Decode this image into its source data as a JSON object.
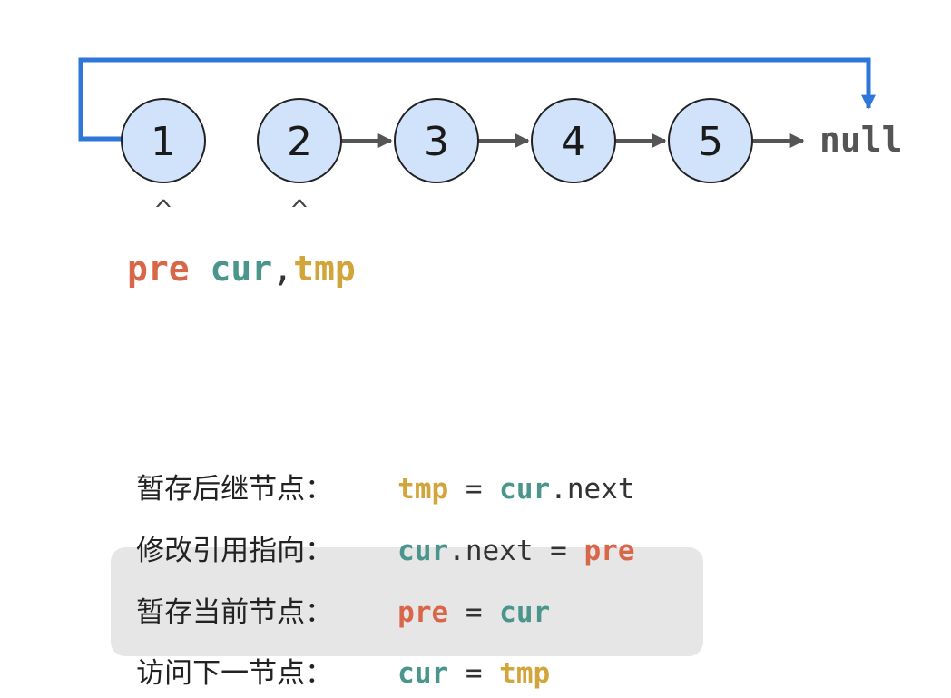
{
  "nodes": [
    {
      "label": "1"
    },
    {
      "label": "2"
    },
    {
      "label": "3"
    },
    {
      "label": "4"
    },
    {
      "label": "5"
    }
  ],
  "null_label": "null",
  "caret": "^",
  "pointers": {
    "pre": "pre",
    "cur": "cur",
    "comma": ",",
    "tmp": "tmp"
  },
  "colors": {
    "pre": "#d8674a",
    "cur": "#4a968c",
    "tmp": "#d2a53a",
    "reverse_link": "#2f76d9",
    "node_fill": "#d1e3fb"
  },
  "steps": [
    {
      "label": "暂存后继节点：",
      "lhs": "tmp",
      "eq": " = ",
      "rhs": "cur",
      "suffix": ".next"
    },
    {
      "label": "修改引用指向：",
      "lhs": "cur",
      "lhs_suffix": ".next",
      "eq": " = ",
      "rhs": "pre"
    },
    {
      "label": "暂存当前节点：",
      "lhs": "pre",
      "eq": " = ",
      "rhs": "cur"
    },
    {
      "label": "访问下一节点：",
      "lhs": "cur",
      "eq": " = ",
      "rhs": "tmp"
    }
  ]
}
